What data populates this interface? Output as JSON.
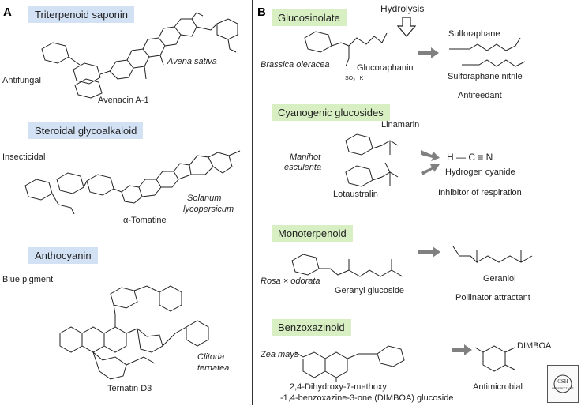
{
  "panel_a": {
    "letter": "A",
    "sections": [
      {
        "category": "Triterpenoid saponin",
        "activity": "Antifungal",
        "compound": "Avenacin A-1",
        "species": "Avena sativa"
      },
      {
        "category": "Steroidal glycoalkaloid",
        "activity": "Insecticidal",
        "compound": "α-Tomatine",
        "species_line1": "Solanum",
        "species_line2": "lycopersicum"
      },
      {
        "category": "Anthocyanin",
        "activity": "Blue pigment",
        "compound": "Ternatin D3",
        "species_line1": "Clitoria",
        "species_line2": "ternatea"
      }
    ]
  },
  "panel_b": {
    "letter": "B",
    "hydrolysis_label": "Hydrolysis",
    "sections": [
      {
        "category": "Glucosinolate",
        "species": "Brassica oleracea",
        "substrate": "Glucoraphanin",
        "product1": "Sulforaphane",
        "product2": "Sulforaphane nitrile",
        "activity": "Antifeedant",
        "so3_label": "SO₃⁻ K⁺"
      },
      {
        "category": "Cyanogenic glucosides",
        "species_line1": "Manihot",
        "species_line2": "esculenta",
        "substrate1": "Linamarin",
        "substrate2": "Lotaustralin",
        "product_formula": "H — C ≡ N",
        "product": "Hydrogen cyanide",
        "activity": "Inhibitor of respiration"
      },
      {
        "category": "Monoterpenoid",
        "species": "Rosa × odorata",
        "substrate": "Geranyl glucoside",
        "product": "Geraniol",
        "activity": "Pollinator attractant"
      },
      {
        "category": "Benzoxazinoid",
        "species": "Zea mays",
        "substrate_line1": "2,4-Dihydroxy-7-methoxy",
        "substrate_line2": "-1,4-benzoxazine-3-one (DIMBOA) glucoside",
        "product": "DIMBOA",
        "activity": "Antimicrobial"
      }
    ]
  },
  "logo": {
    "line1": "CSH",
    "line2": "PERSPECTIVES"
  },
  "colors": {
    "blue_tag": "#d3e1f5",
    "green_tag": "#d7efc2",
    "arrow": "#808080",
    "line": "#222222"
  }
}
